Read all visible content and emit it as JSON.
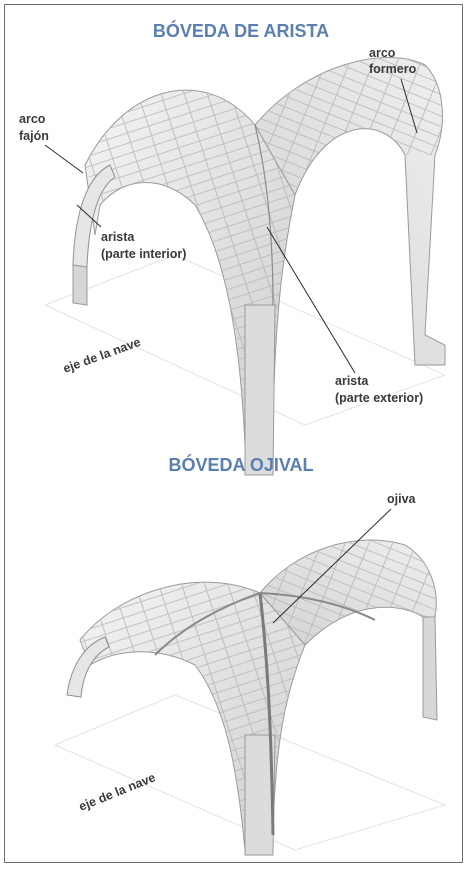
{
  "panels": [
    {
      "title": "BÓVEDA DE ARISTA",
      "labels": {
        "arco_formero": [
          "arco",
          "formero"
        ],
        "arco_fajon": [
          "arco",
          "fajón"
        ],
        "arista_interior": [
          "arista",
          "(parte interior)"
        ],
        "arista_exterior": [
          "arista",
          "(parte exterior)"
        ],
        "eje": "eje de la nave"
      }
    },
    {
      "title": "BÓVEDA OJIVAL",
      "labels": {
        "ojiva": "ojiva",
        "eje": "eje de la nave"
      }
    }
  ]
}
